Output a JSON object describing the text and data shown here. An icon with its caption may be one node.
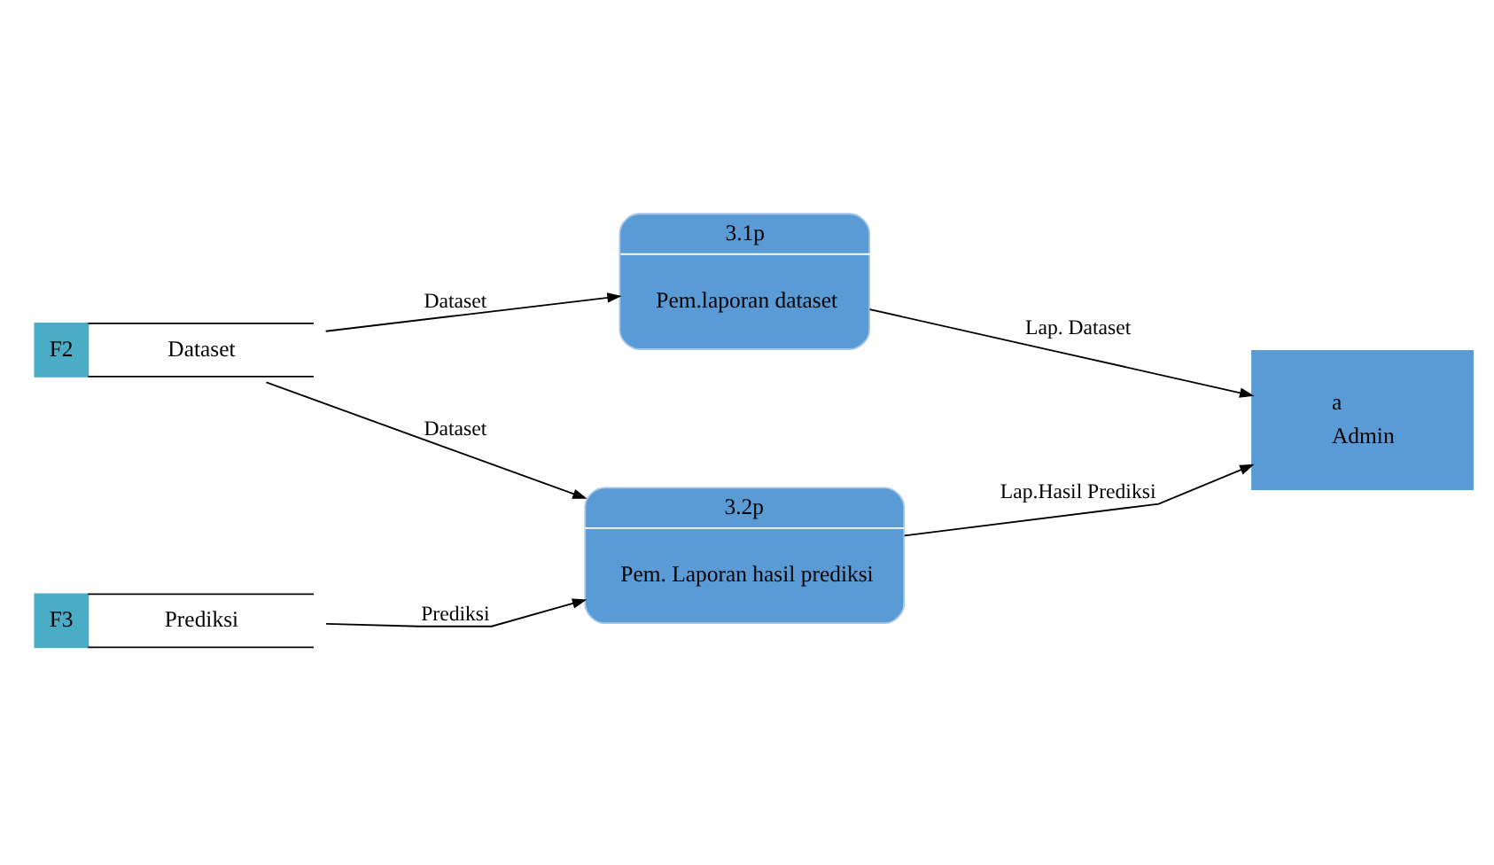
{
  "diagram": {
    "nodes": [
      {
        "text": [
          "F2",
          "Dataset"
        ]
      },
      {
        "text": [
          "3.1p",
          "Pem.laporan dataset"
        ]
      },
      {
        "text": [
          "3.2p",
          "Pem. Laporan hasil prediksi"
        ]
      },
      {
        "text": [
          "F3",
          "Prediksi"
        ]
      },
      {
        "text": [
          "a",
          "Admin"
        ]
      }
    ],
    "edges": [
      {
        "from": 0,
        "to": 1,
        "arrow": "to",
        "label": "Dataset"
      },
      {
        "from": 0,
        "to": 2,
        "arrow": "to",
        "label": "Dataset"
      },
      {
        "from": 3,
        "to": 2,
        "arrow": "to",
        "label": "Prediksi"
      },
      {
        "from": 1,
        "to": 4,
        "arrow": "to",
        "label": "Lap. Dataset"
      },
      {
        "from": 2,
        "to": 4,
        "arrow": "to",
        "label": "Lap.Hasil Prediksi"
      }
    ]
  }
}
